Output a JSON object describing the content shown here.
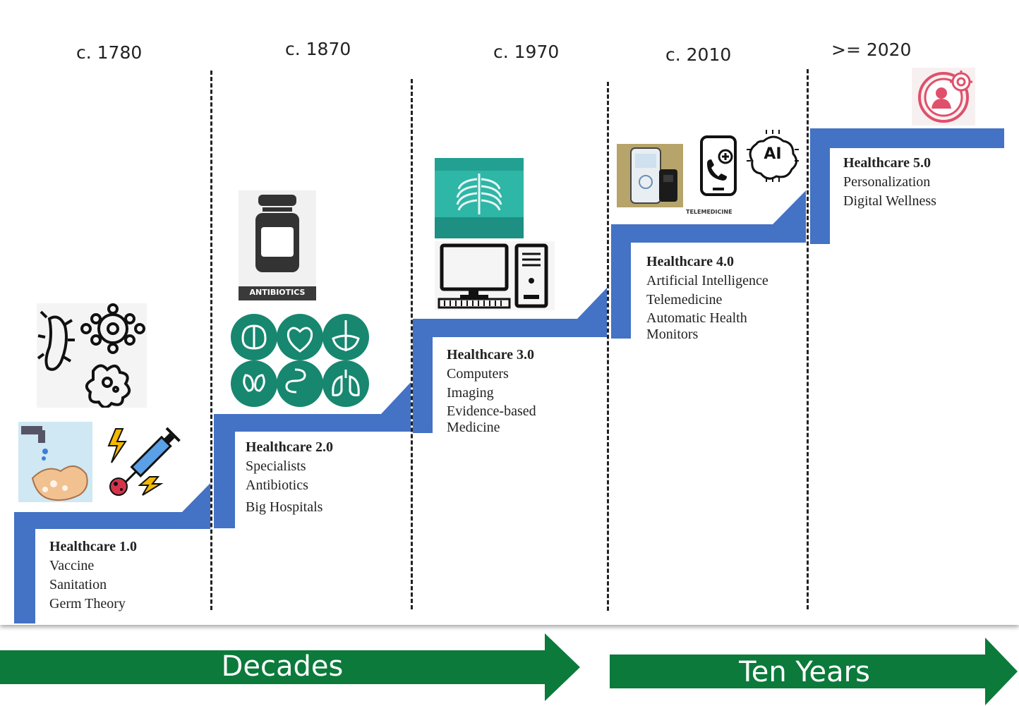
{
  "eras": [
    {
      "date": "c. 1780",
      "title": "Healthcare 1.0",
      "items": [
        "Vaccine",
        "Sanitation",
        "Germ Theory"
      ]
    },
    {
      "date": "c. 1870",
      "title": "Healthcare 2.0",
      "items": [
        "Specialists",
        "Antibiotics",
        "Big Hospitals"
      ]
    },
    {
      "date": "c. 1970",
      "title": "Healthcare 3.0",
      "items": [
        "Computers",
        "Imaging",
        "Evidence-based",
        "Medicine"
      ]
    },
    {
      "date": "c. 2010",
      "title": "Healthcare 4.0",
      "items": [
        "Artificial Intelligence",
        "Telemedicine",
        "Automatic Health",
        "Monitors"
      ]
    },
    {
      "date": ">= 2020",
      "title": "Healthcare 5.0",
      "items": [
        "Personalization",
        "Digital Wellness"
      ]
    }
  ],
  "icon_labels": {
    "antibiotics": "ANTIBIOTICS",
    "telemedicine": "TELEMEDICINE",
    "ai": "AI"
  },
  "arrows": {
    "left": "Decades",
    "right": "Ten Years"
  },
  "colors": {
    "stair": "#4472c4",
    "arrow": "#0b7a3b",
    "teal": "#17876f",
    "pink": "#e0506b"
  }
}
